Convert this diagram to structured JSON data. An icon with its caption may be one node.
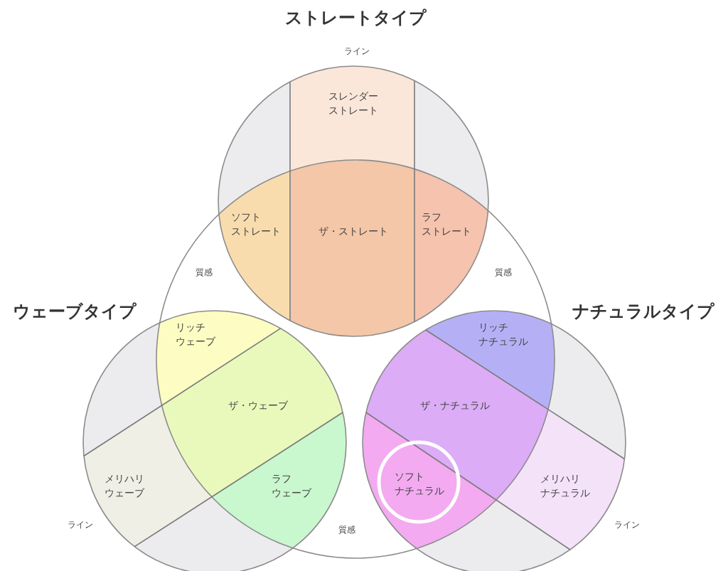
{
  "diagram": {
    "nodes": [
      {
        "text": [
          "ストレートタイプ"
        ]
      },
      {
        "text": [
          "スレンダーストレート"
        ],
        "in": 0
      },
      {
        "text": [
          "ソフトストレート"
        ],
        "in": 0
      },
      {
        "text": [
          "ザ・ストレート"
        ],
        "in": 0
      },
      {
        "text": [
          "ラフストレート"
        ],
        "in": 0
      },
      {
        "text": [
          "ウェーブタイプ"
        ]
      },
      {
        "text": [
          "リッチウェーブ"
        ],
        "in": 5
      },
      {
        "text": [
          "ザ・ウェーブ"
        ],
        "in": 5
      },
      {
        "text": [
          "メリハリウェーブ"
        ],
        "in": 5
      },
      {
        "text": [
          "ラフウェーブ"
        ],
        "in": 5
      },
      {
        "text": [
          "ナチュラルタイプ"
        ]
      },
      {
        "text": [
          "リッチナチュラル"
        ],
        "in": 10
      },
      {
        "text": [
          "ザ・ナチュラル"
        ],
        "in": 10
      },
      {
        "text": [
          "ソフトナチュラル"
        ],
        "in": 10
      },
      {
        "text": [
          "メリハリナチュラル"
        ],
        "in": 10
      }
    ],
    "labels": [
      "ライン",
      "質感",
      "質感",
      "ライン",
      "質感",
      "ライン"
    ]
  }
}
